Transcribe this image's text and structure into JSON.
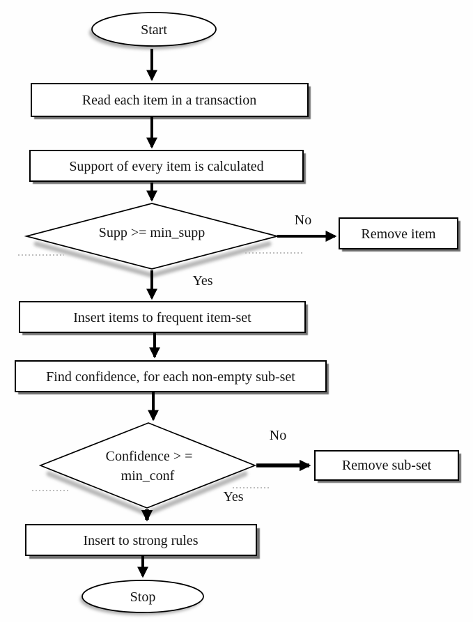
{
  "diagram": {
    "type": "flowchart",
    "background_color": "#ffffff",
    "line_color": "#000000",
    "shadow_color": "#b5b5b5",
    "nodes": {
      "start": {
        "shape": "ellipse",
        "label": "Start"
      },
      "read_transaction": {
        "shape": "rect",
        "label": "Read each item in a transaction"
      },
      "support_calculated": {
        "shape": "rect",
        "label": "Support of every item is calculated"
      },
      "supp_check": {
        "shape": "diamond",
        "label": "Supp >= min_supp"
      },
      "remove_item": {
        "shape": "rect",
        "label": "Remove item"
      },
      "insert_frequent": {
        "shape": "rect",
        "label": "Insert items to frequent item-set"
      },
      "find_confidence": {
        "shape": "rect",
        "label": "Find confidence, for each non-empty sub-set"
      },
      "confidence_check": {
        "shape": "diamond",
        "label_line1": "Confidence > =",
        "label_line2": "min_conf"
      },
      "remove_subset": {
        "shape": "rect",
        "label": "Remove sub-set"
      },
      "insert_strong": {
        "shape": "rect",
        "label": "Insert to strong rules"
      },
      "stop": {
        "shape": "ellipse",
        "label": "Stop"
      }
    },
    "edges": [
      {
        "from": "start",
        "to": "read_transaction"
      },
      {
        "from": "read_transaction",
        "to": "support_calculated"
      },
      {
        "from": "support_calculated",
        "to": "supp_check"
      },
      {
        "from": "supp_check",
        "to": "remove_item",
        "label": "No"
      },
      {
        "from": "supp_check",
        "to": "insert_frequent",
        "label": "Yes"
      },
      {
        "from": "insert_frequent",
        "to": "find_confidence"
      },
      {
        "from": "find_confidence",
        "to": "confidence_check"
      },
      {
        "from": "confidence_check",
        "to": "remove_subset",
        "label": "No"
      },
      {
        "from": "confidence_check",
        "to": "insert_strong",
        "label": "Yes"
      },
      {
        "from": "insert_strong",
        "to": "stop"
      }
    ]
  }
}
